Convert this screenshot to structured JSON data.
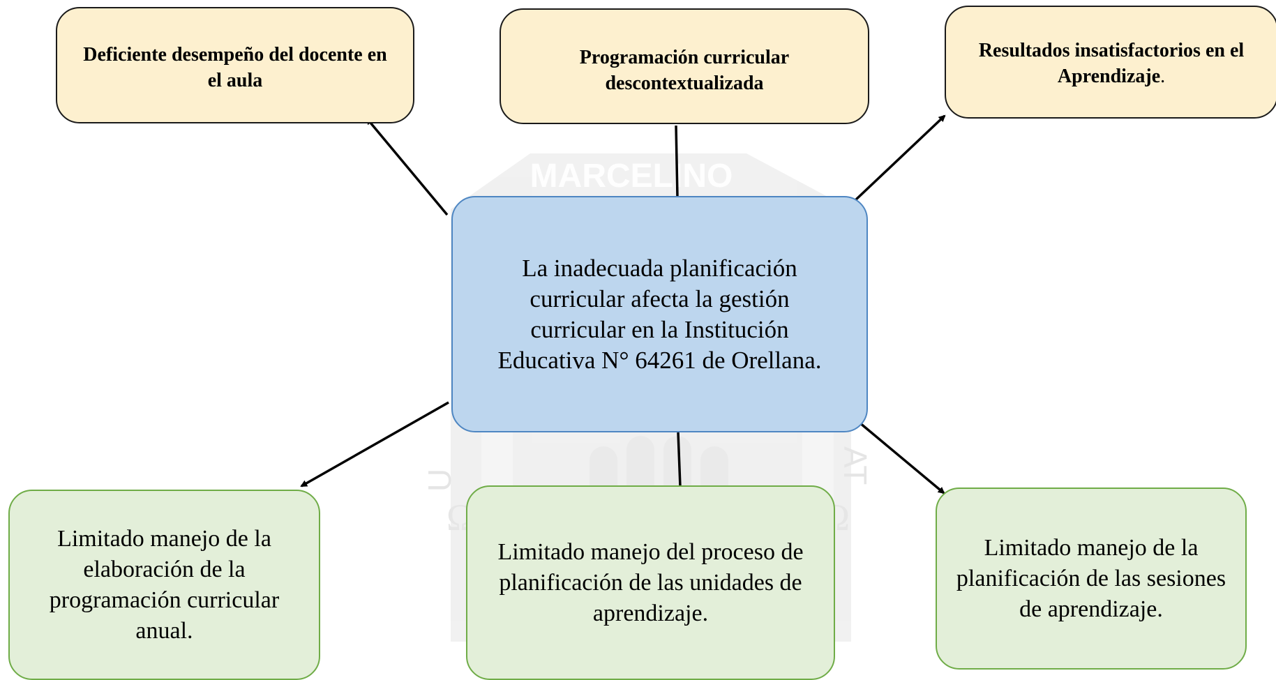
{
  "diagram": {
    "watermark_text": "MARCELINO",
    "center": {
      "text": "La inadecuada planificación curricular afecta la gestión curricular en la Institución Educativa N° 64261 de Orellana."
    },
    "effects": [
      {
        "text": "Deficiente desempeño del docente en el aula"
      },
      {
        "text": "Programación curricular descontextualizada"
      },
      {
        "text_main": "Resultados insatisfactorios en el Aprendizaje",
        "text_suffix": "."
      }
    ],
    "causes": [
      {
        "text": "Limitado manejo de la elaboración de la programación curricular anual."
      },
      {
        "text": "Limitado manejo del proceso de planificación de las unidades de aprendizaje."
      },
      {
        "text": "Limitado manejo de la planificación de las sesiones de aprendizaje."
      }
    ],
    "colors": {
      "effect_fill": "#fdf0cf",
      "effect_border": "#1a1a1a",
      "center_fill": "#bdd6ee",
      "center_border": "#4e86c2",
      "cause_fill": "#e3efd9",
      "cause_border": "#6fac47",
      "watermark": "#c7c7c7"
    }
  }
}
